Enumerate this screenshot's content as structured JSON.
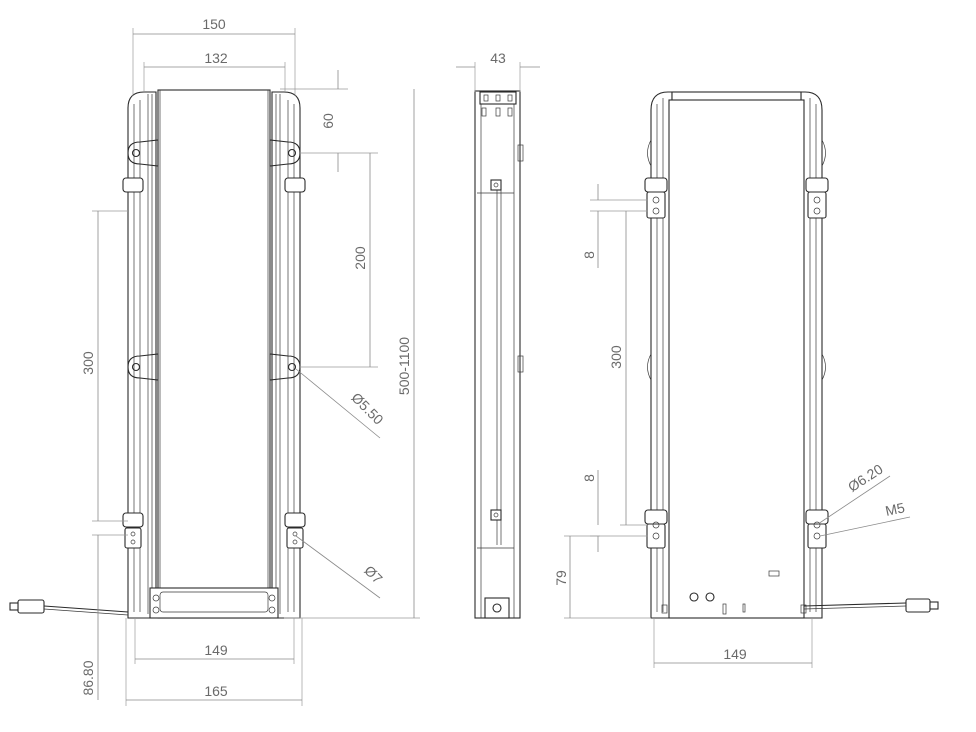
{
  "front_view": {
    "dim_outer_width": "150",
    "dim_inner_width": "132",
    "dim_top_offset": "60",
    "dim_bracket_pitch": "200",
    "dim_lower_pitch": "300",
    "dim_total_height": "500-1100",
    "dim_hole_bracket": "Ø5.50",
    "dim_hole_lower": "Ø7",
    "dim_base_width": "149",
    "dim_overall_width": "165",
    "dim_cable_height": "86.80"
  },
  "side_view": {
    "dim_depth": "43"
  },
  "rear_view": {
    "dim_hole_top": "8",
    "dim_hole_pitch": "300",
    "dim_hole_bottom": "8",
    "dim_bottom_offset": "79",
    "dim_hole_diameter": "Ø6.20",
    "dim_thread": "M5",
    "dim_base_width": "149"
  },
  "colors": {
    "line": "#2a2a2a",
    "dimension": "#8a8a8a",
    "text": "#6a6a6a"
  }
}
